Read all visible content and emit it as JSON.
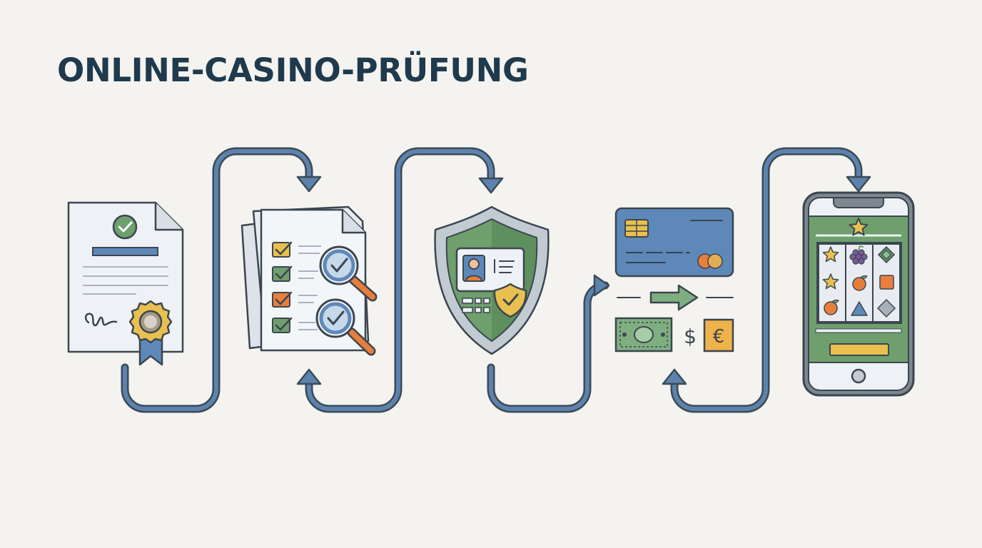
{
  "title": "ONLINE-CASINO-PRÜFUNG",
  "steps": [
    {
      "id": "license",
      "icon": "license-certificate-icon"
    },
    {
      "id": "audit",
      "icon": "audit-checklist-icon"
    },
    {
      "id": "security",
      "icon": "security-shield-icon"
    },
    {
      "id": "payments",
      "icon": "payment-methods-icon"
    },
    {
      "id": "games",
      "icon": "mobile-slot-games-icon"
    }
  ],
  "currency": {
    "dollar": "$",
    "euro": "€"
  },
  "colors": {
    "background": "#F4F3EF",
    "title": "#1F3A4D",
    "outline": "#3C4650",
    "arrow": "#5B83AE",
    "paper": "#EEF2F6",
    "green": "#6E9F6C",
    "green_dark": "#5E8F5E",
    "blue": "#5E88B8",
    "gold": "#E9C04F",
    "orange": "#E87E3B",
    "cash": "#7FAF80"
  }
}
